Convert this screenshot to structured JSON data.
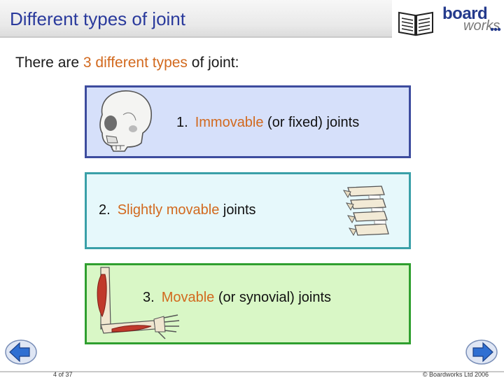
{
  "header": {
    "title": "Different types of joint"
  },
  "logo": {
    "board": "board",
    "works": "works"
  },
  "intro": {
    "prefix": "There are ",
    "highlight": "3 different types",
    "suffix": " of joint:"
  },
  "joints": [
    {
      "number": "1.",
      "highlight": "Immovable",
      "rest": " (or fixed) joints",
      "image": "skull"
    },
    {
      "number": "2.",
      "highlight": "Slightly movable",
      "rest": " joints",
      "image": "spine"
    },
    {
      "number": "3.",
      "highlight": "Movable",
      "rest": " (or synovial) joints",
      "image": "arm"
    }
  ],
  "footer": {
    "page": "4 of 37",
    "copyright": "© Boardworks Ltd 2006"
  },
  "colors": {
    "title": "#2a3a9c",
    "highlight": "#d2691e",
    "box1": "#d6e0fa",
    "box2": "#e6f8fb",
    "box3": "#d9f7c6"
  },
  "icons": {
    "book": "book-icon",
    "back": "back-arrow-icon",
    "forward": "forward-arrow-icon"
  }
}
